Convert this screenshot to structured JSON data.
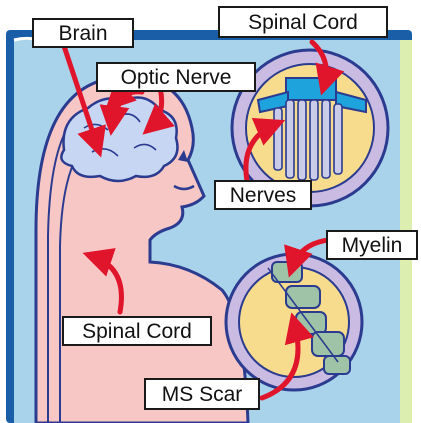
{
  "labels": {
    "brain": "Brain",
    "optic_nerve": "Optic Nerve",
    "spinal_cord_top": "Spinal Cord",
    "nerves": "Nerves",
    "myelin": "Myelin",
    "spinal_cord_body": "Spinal Cord",
    "ms_scar": "MS Scar"
  },
  "colors": {
    "frame_outer": "#1b5ea8",
    "panel": "#a9d3ea",
    "sidebar": "#dceeb0",
    "skin": "#f7c7c6",
    "skin_outline": "#2b3b8f",
    "brain_fill": "#c7d6f3",
    "arrow": "#e0142b",
    "circle_outer": "#cabbe2",
    "circle_inner": "#f7dc8d",
    "cord_top": "#1fa3dc",
    "nerve": "#c9cbe8",
    "myelin": "#9ec3a7"
  }
}
